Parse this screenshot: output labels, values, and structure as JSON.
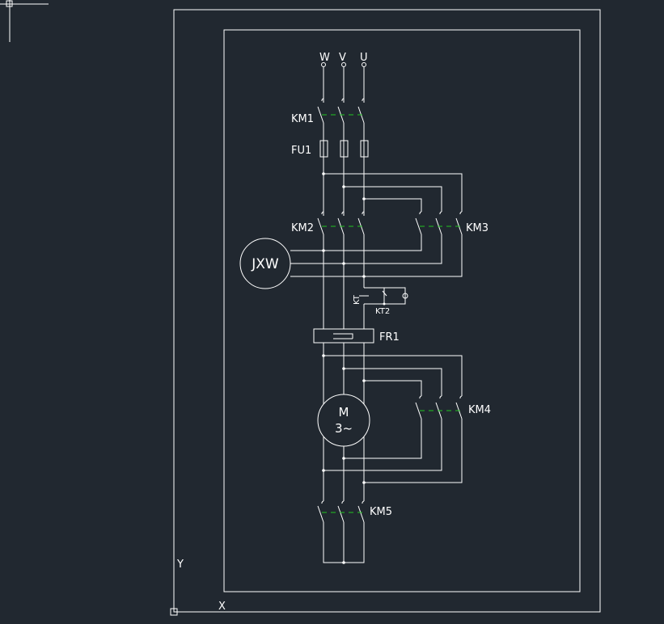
{
  "diagram": {
    "phases": [
      "W",
      "V",
      "U"
    ],
    "labels": {
      "km1": "KM1",
      "fu1": "FU1",
      "km2": "KM2",
      "km3": "KM3",
      "jxw": "JXW",
      "kt_contact": "KT",
      "kt2": "KT2",
      "fr1": "FR1",
      "motor_m": "M",
      "motor_phase": "3~",
      "km4": "KM4",
      "km5": "KM5"
    },
    "ucs": {
      "x_axis": "X",
      "y_axis": "Y"
    }
  },
  "colors": {
    "background": "#212830",
    "wire": "#ffffff",
    "mechanical_link": "#21c521"
  }
}
